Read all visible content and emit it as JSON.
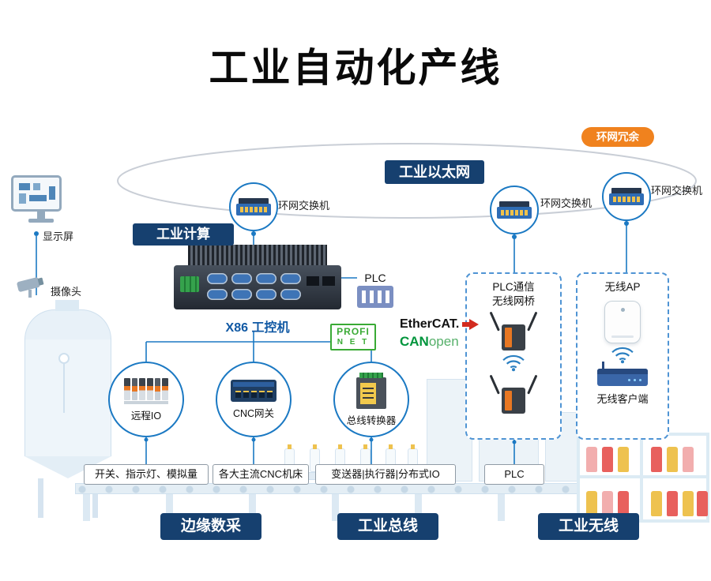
{
  "title": "工业自动化产线",
  "ring": {
    "redundancy_badge": "环网冗余",
    "ethernet_label": "工业以太网",
    "switch1_label": "环网交换机",
    "switch2_label": "环网交换机",
    "switch3_label": "环网交换机"
  },
  "left_column": {
    "display_label": "显示屏",
    "camera_label": "摄像头",
    "computing_label": "工业计算",
    "ipc_label": "X86 工控机",
    "plc_label": "PLC"
  },
  "logos": {
    "profinet_line1": "PROFI",
    "profinet_line2": "N E T",
    "ethercat": "EtherCAT.",
    "canopen_bold": "CAN",
    "canopen_light": "open"
  },
  "nodes": {
    "remote_io": "远程IO",
    "cnc_gateway": "CNC网关",
    "bus_converter": "总线转换器"
  },
  "wireless": {
    "bridge_line1": "PLC通信",
    "bridge_line2": "无线网桥",
    "ap_label": "无线AP",
    "client_label": "无线客户端"
  },
  "endpoints": {
    "io": "开关、指示灯、模拟量",
    "cnc": "各大主流CNC机床",
    "field": "变送器|执行器|分布式IO",
    "plc": "PLC"
  },
  "footer": {
    "edge": "边缘数采",
    "bus": "工业总线",
    "wireless": "工业无线"
  },
  "colors": {
    "navy": "#16406f",
    "orange": "#f0821e",
    "line_blue": "#1b79c3",
    "profinet_green": "#3aaa35",
    "canopen_green": "#00953c",
    "ethercat_red": "#d22b1f"
  }
}
